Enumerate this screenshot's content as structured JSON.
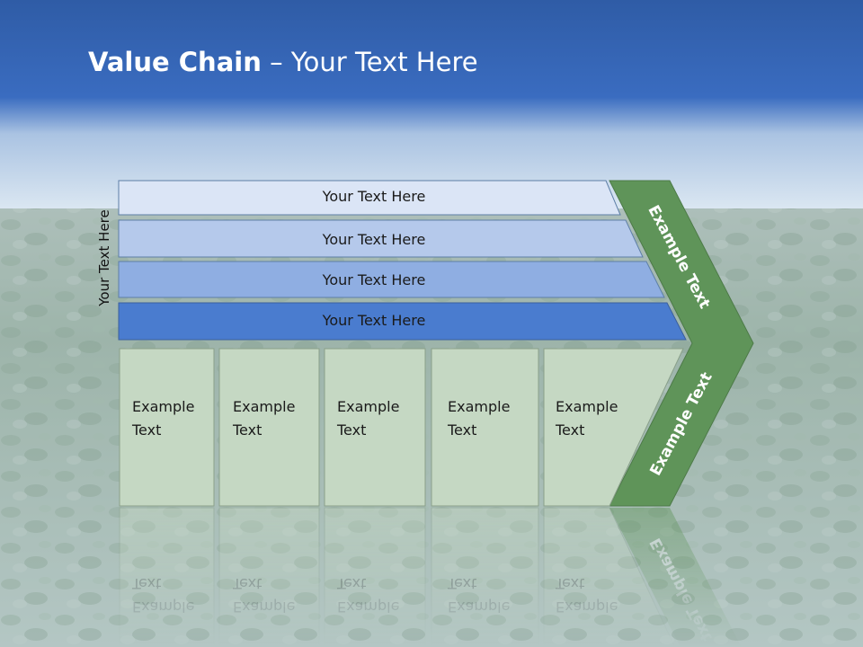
{
  "title": {
    "bold": "Value Chain",
    "rest": " – Your Text Here"
  },
  "side_label": "Your Text Here",
  "bars": [
    {
      "label": "Your Text Here",
      "color": "#dbe5f6"
    },
    {
      "label": "Your Text Here",
      "color": "#b5c9eb"
    },
    {
      "label": "Your Text Here",
      "color": "#8faee2"
    },
    {
      "label": "Your Text Here",
      "color": "#4a7ccf"
    }
  ],
  "cards": [
    {
      "line1": "Example",
      "line2": "Text"
    },
    {
      "line1": "Example",
      "line2": "Text"
    },
    {
      "line1": "Example",
      "line2": "Text"
    },
    {
      "line1": "Example",
      "line2": "Text"
    },
    {
      "line1": "Example",
      "line2": "Text"
    }
  ],
  "chevron": {
    "upper_label": "Example Text",
    "lower_label": "Example Text",
    "color": "#5f9459"
  },
  "colors": {
    "sky_top": "#2f5ca6",
    "card_fill": "#c5d8c3",
    "field_green": "#7e9a86"
  }
}
